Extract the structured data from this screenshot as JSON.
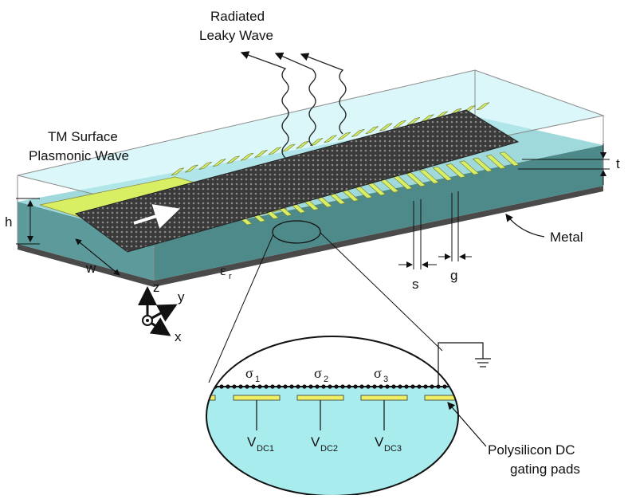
{
  "labels": {
    "radiated_1": "Radiated",
    "radiated_2": "Leaky Wave",
    "tm_1": "TM Surface",
    "tm_2": "Plasmonic Wave",
    "metal": "Metal",
    "poly_1": "Polysilicon DC",
    "poly_2": "gating pads"
  },
  "dims": {
    "h": "h",
    "w": "w",
    "t": "t",
    "s": "s",
    "g": "g",
    "eps": "ε",
    "eps_sub": "r"
  },
  "axes": {
    "z": "z",
    "y": "y",
    "x": "x"
  },
  "inset": {
    "sigmas": [
      {
        "sym": "σ",
        "sub": "1"
      },
      {
        "sym": "σ",
        "sub": "2"
      },
      {
        "sym": "σ",
        "sub": "3"
      }
    ],
    "vdc": [
      {
        "v": "V",
        "sub": "DC1"
      },
      {
        "v": "V",
        "sub": "DC2"
      },
      {
        "v": "V",
        "sub": "DC3"
      }
    ]
  },
  "colors": {
    "substrate_top": "#b9edf0",
    "substrate_front": "#4f8a8a",
    "substrate_side": "#67a2a4",
    "metal": "#4a4a4a",
    "gold": "#d8ee63",
    "graphene": "#2e2e2e",
    "inset_fill": "#a9eced"
  }
}
